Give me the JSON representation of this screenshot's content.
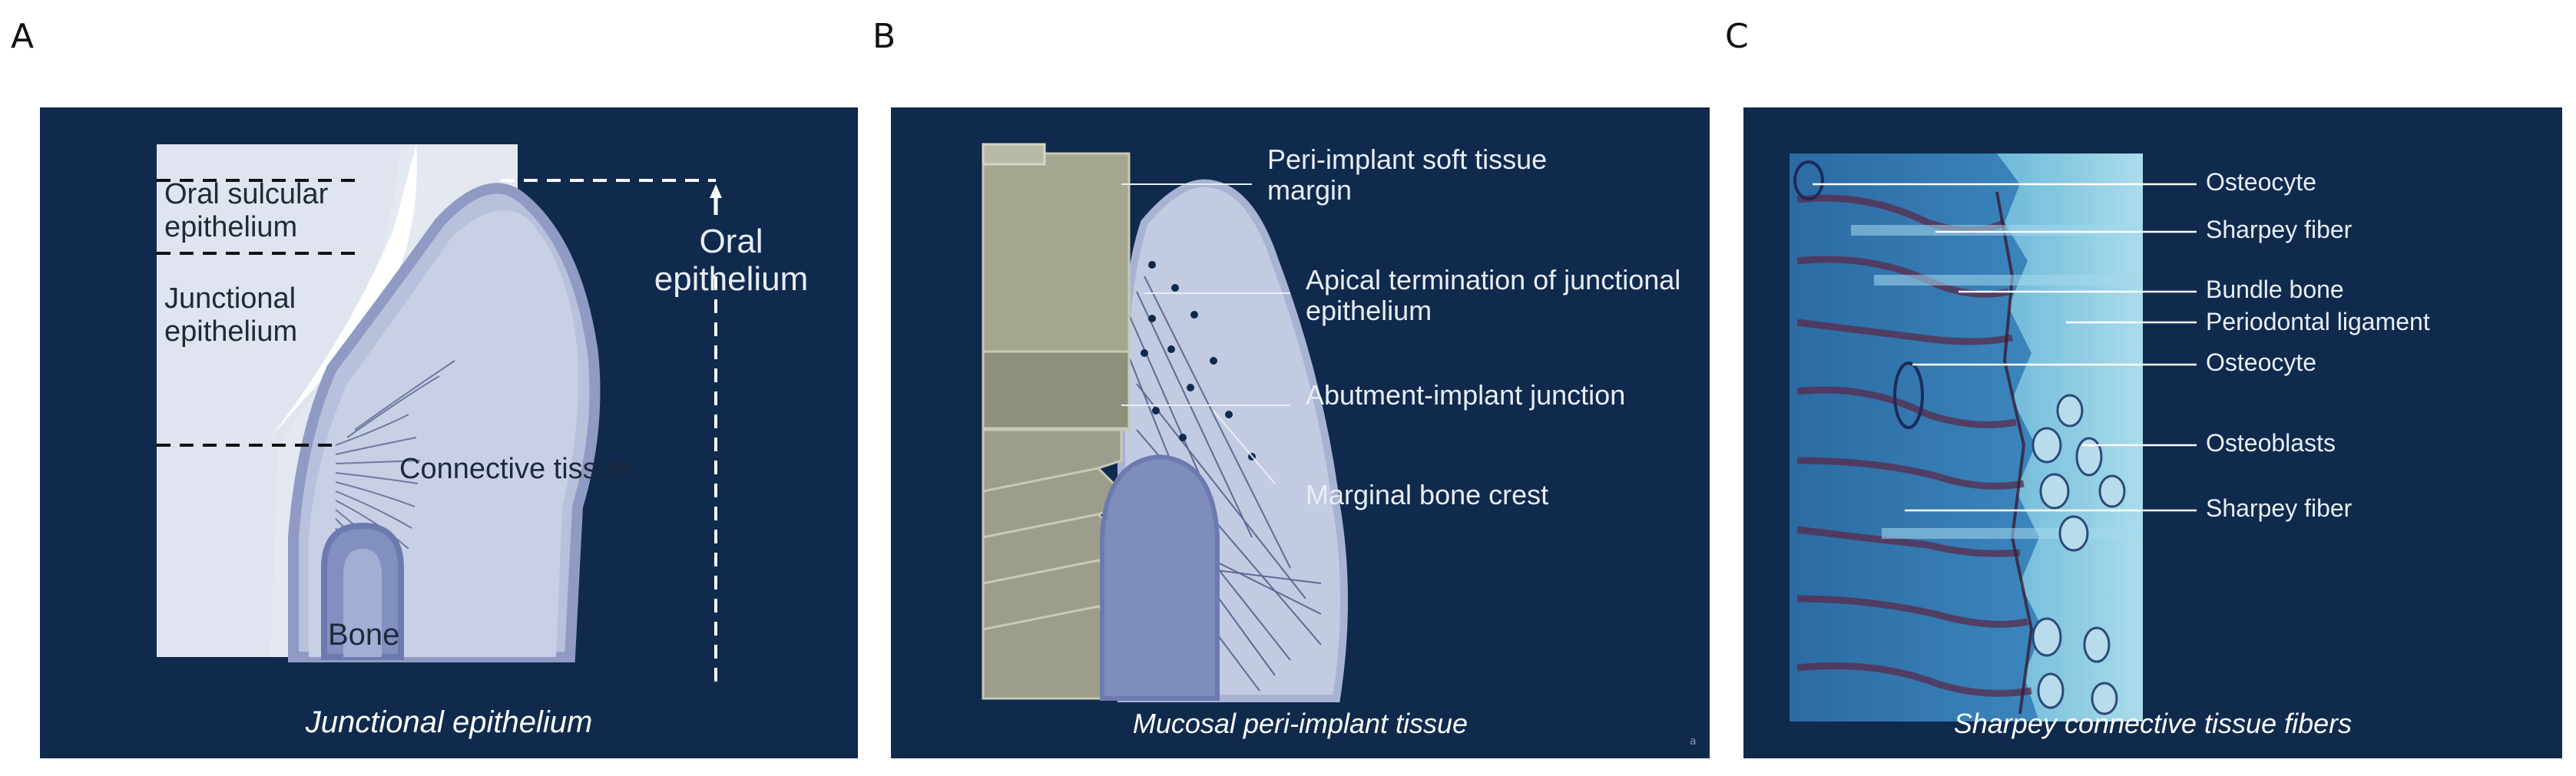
{
  "panels": [
    {
      "letter": "A",
      "caption": "Junctional epithelium",
      "labels": {
        "oral_sulcular": "Oral sulcular epithelium",
        "junctional": "Junctional epithelium",
        "connective": "Connective tissue",
        "bone": "Bone",
        "oral_epithelium": "Oral epithelium"
      }
    },
    {
      "letter": "B",
      "caption": "Mucosal peri-implant tissue",
      "labels": {
        "margin": "Peri-implant soft tissue margin",
        "apical": "Apical termination of junctional epithelium",
        "abutment": "Abutment-implant junction",
        "crest": "Marginal bone crest"
      },
      "corner_mark": "a"
    },
    {
      "letter": "C",
      "caption": "Sharpey connective tissue fibers",
      "labels": [
        "Osteocyte",
        "Sharpey fiber",
        "Bundle bone",
        "Periodontal ligament",
        "Osteocyte",
        "Osteoblasts",
        "Sharpey fiber"
      ]
    }
  ],
  "colors": {
    "panel_bg": "#0f2a4d",
    "tooth": "#dde3ee",
    "gingiva": "#b9c2dc",
    "gingiva_edge": "#8f9bc4",
    "bone": "#7f8dbd",
    "implant": "#9c9e8b",
    "histo_left": "#2f6fa6",
    "histo_right": "#8ec9e2"
  }
}
